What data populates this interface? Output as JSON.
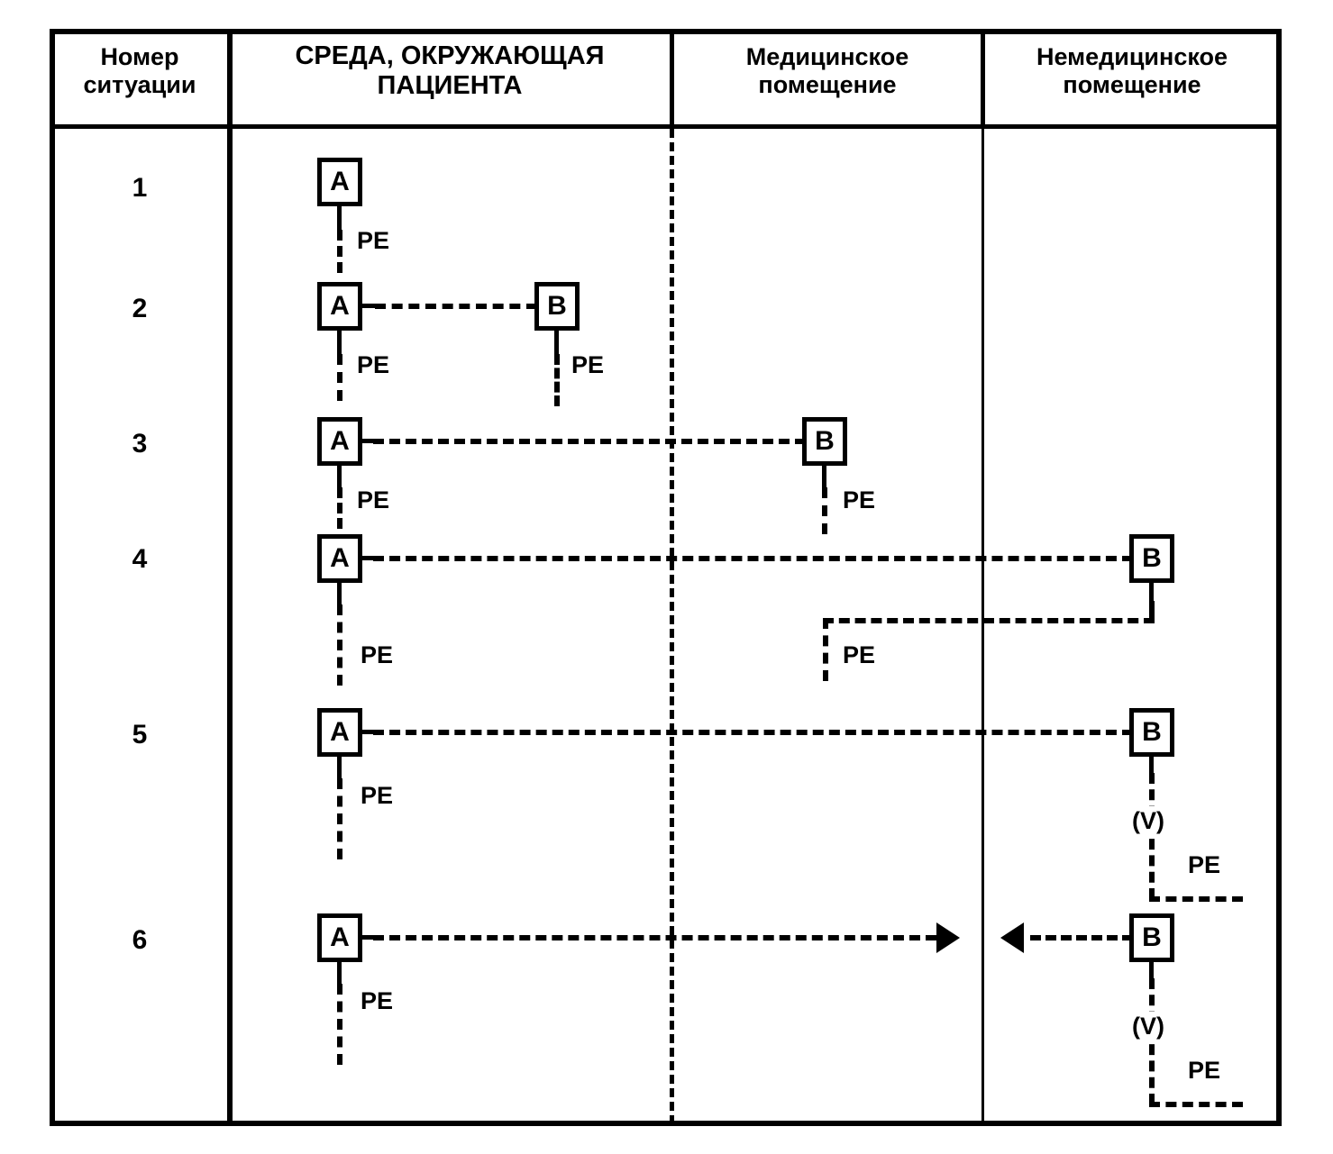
{
  "table": {
    "headers": [
      {
        "id": "situation-number",
        "label": "Номер\nситуации"
      },
      {
        "id": "patient-environment",
        "label": "СРЕДА, ОКРУЖАЮЩАЯ\nПАЦИЕНТА"
      },
      {
        "id": "medical-room",
        "label": "Медицинское\nпомещение"
      },
      {
        "id": "non-medical-room",
        "label": "Немедицинское\nпомещение"
      }
    ],
    "rows": [
      {
        "number": "1"
      },
      {
        "number": "2"
      },
      {
        "number": "3"
      },
      {
        "number": "4"
      },
      {
        "number": "5"
      },
      {
        "number": "6"
      }
    ]
  },
  "nodes": {
    "a1": "A",
    "a2": "A",
    "a3": "A",
    "a4": "A",
    "a5": "A",
    "a6": "A",
    "b2": "B",
    "b3": "B",
    "b4": "B",
    "b5": "B",
    "b6": "B"
  },
  "labels": {
    "pe": "PE",
    "v": "(V)",
    "pe_r1_a": "PE",
    "pe_r2_a": "PE",
    "pe_r2_b": "PE",
    "pe_r3_a": "PE",
    "pe_r3_b": "PE",
    "pe_r4_a": "PE",
    "pe_r4_route": "PE",
    "pe_r5_a": "PE",
    "pe_r5_b": "PE",
    "v_r5_b": "(V)",
    "pe_r6_a": "PE",
    "pe_r6_b": "PE",
    "v_r6_b": "(V)"
  },
  "colors": {
    "line": "#000000",
    "background": "#ffffff"
  }
}
